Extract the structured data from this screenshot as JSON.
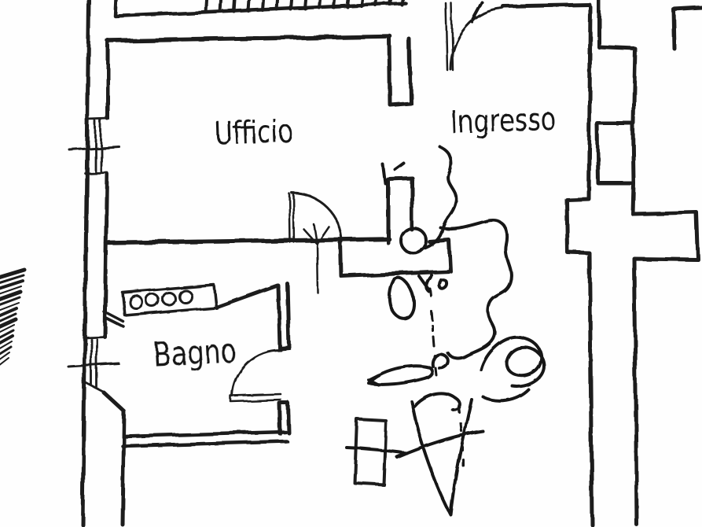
{
  "meta": {
    "description": "Scanned black-and-white floor plan drawing",
    "paper_color": "#fefefe",
    "ink_color": "#1c1c1c"
  },
  "rooms": [
    {
      "id": "ufficio",
      "label": "Ufficio"
    },
    {
      "id": "ingresso",
      "label": "Ingresso"
    },
    {
      "id": "bagno",
      "label": "Bagno"
    }
  ],
  "symbols": [
    {
      "name": "staircase-icon",
      "description": "stair treads cut off at top edge"
    },
    {
      "name": "window-icon",
      "count": 2,
      "description": "double-line windows with cross tick on left wall"
    },
    {
      "name": "door-swing-arc-icon",
      "count": 3,
      "description": "quarter-circle door swings (office, entrance, bathroom)"
    },
    {
      "name": "radiator-icon",
      "description": "slanted box with 4 circles in bathroom niche"
    },
    {
      "name": "cross-pillar",
      "description": "cross-shaped wall pillar on right wall"
    },
    {
      "name": "wall-niche",
      "count": 2,
      "description": "rectangular niches in right wall"
    },
    {
      "name": "barcode-stripes-icon",
      "description": "diagonal barcode stripes at left page edge"
    },
    {
      "name": "handwritten-scribbles",
      "description": "pen scrawl marks over entrance / hall area"
    },
    {
      "name": "furniture-rectangle",
      "description": "small free-standing rectangle below hallway"
    }
  ]
}
